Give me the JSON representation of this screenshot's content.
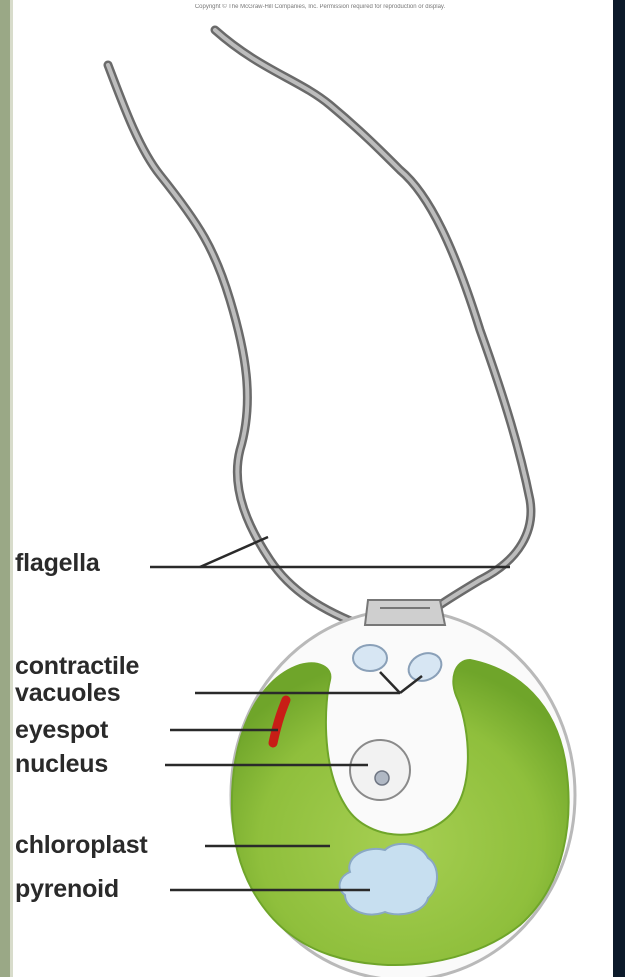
{
  "copyright": "Copyright © The McGraw-Hill Companies, Inc. Permission required for reproduction or display.",
  "labels": {
    "flagella": "flagella",
    "contractile": "contractile",
    "vacuoles": "vacuoles",
    "eyespot": "eyespot",
    "nucleus": "nucleus",
    "chloroplast": "chloroplast",
    "pyrenoid": "pyrenoid"
  },
  "colors": {
    "chloroplast": "#8fbf3c",
    "chloroplast_dark": "#6fa52a",
    "eyespot": "#c81e16",
    "pyrenoid": "#c7dff0",
    "flagella": "#7a7a7a",
    "cell_wall": "#b9b9b9",
    "frame_left": "#9aa886",
    "frame_right": "#0c1a2a"
  }
}
